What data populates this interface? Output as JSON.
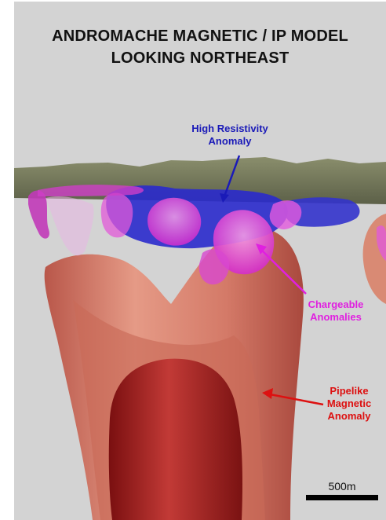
{
  "title": {
    "line1": "ANDROMACHE MAGNETIC / IP MODEL",
    "line2": "LOOKING NORTHEAST"
  },
  "labels": {
    "resistivity": {
      "line1": "High Resistivity",
      "line2": "Anomaly",
      "color": "#1a1ab8"
    },
    "chargeable": {
      "line1": "Chargeable",
      "line2": "Anomalies",
      "color": "#e020e0"
    },
    "magnetic": {
      "line1": "Pipelike",
      "line2": "Magnetic",
      "line3": "Anomaly",
      "color": "#dd1111"
    }
  },
  "scale_bar": {
    "label": "500m"
  },
  "colors": {
    "background": "#d3d3d3",
    "terrain": "#6f7458",
    "outer_shell": "#d07a6a",
    "inner_core": "#9a1a1a",
    "resistivity_body": "#2a2acc",
    "chargeable_body": "#e040d8"
  }
}
